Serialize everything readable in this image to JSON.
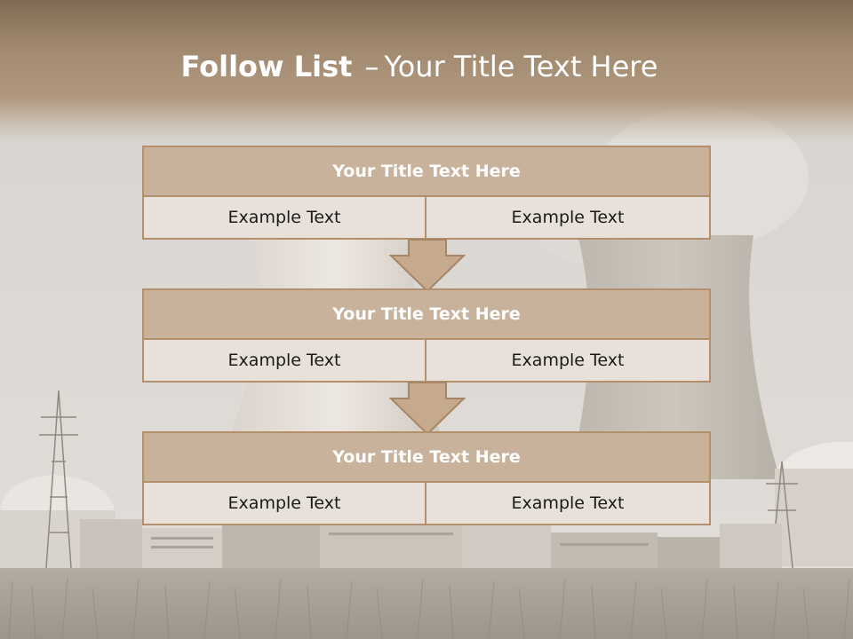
{
  "slide": {
    "title_bold": "Follow List",
    "title_dash": "–",
    "title_rest": "Your Title Text Here",
    "colors": {
      "box_header": "#c8b29c",
      "box_border": "#b38f6c",
      "cell_fill": "#e8e1da",
      "arrow_fill": "#c6aa8d",
      "title_band": "#8c7660"
    }
  },
  "boxes": [
    {
      "title": "Your Title Text Here",
      "left": "Example Text",
      "right": "Example Text"
    },
    {
      "title": "Your Title Text Here",
      "left": "Example Text",
      "right": "Example Text"
    },
    {
      "title": "Your Title Text Here",
      "left": "Example Text",
      "right": "Example Text"
    }
  ],
  "arrows": [
    {
      "icon": "down-arrow-icon"
    },
    {
      "icon": "down-arrow-icon"
    }
  ],
  "background": {
    "icon": "power-plant-background-illustration"
  }
}
